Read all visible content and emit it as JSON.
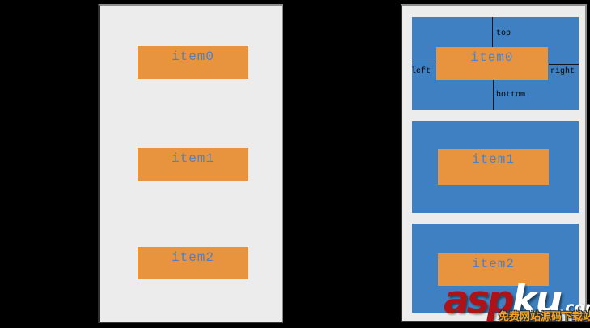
{
  "left_panel": {
    "items": [
      {
        "label": "item0"
      },
      {
        "label": "item1"
      },
      {
        "label": "item2"
      }
    ]
  },
  "right_panel": {
    "boxes": [
      {
        "label": "item0"
      },
      {
        "label": "item1"
      },
      {
        "label": "item2"
      }
    ],
    "annotations": {
      "top": "top",
      "left": "left",
      "right": "right",
      "bottom": "bottom"
    }
  },
  "watermark": {
    "brand_primary": "asp",
    "brand_secondary": "ku",
    "brand_suffix": ".com",
    "tagline": "免费网站源码下载站!"
  },
  "colors": {
    "background": "#000000",
    "panel_fill": "#ececec",
    "panel_border": "#4a4a4a",
    "container_blue": "#3e80c1",
    "item_orange": "#e8943e",
    "item_text_blue": "#4f80c3",
    "annotation_line": "#10141c",
    "annotation_text": "#000000",
    "watermark_red": "#b01116",
    "watermark_white": "#ffffff",
    "tagline_orange": "#f9a31e"
  }
}
